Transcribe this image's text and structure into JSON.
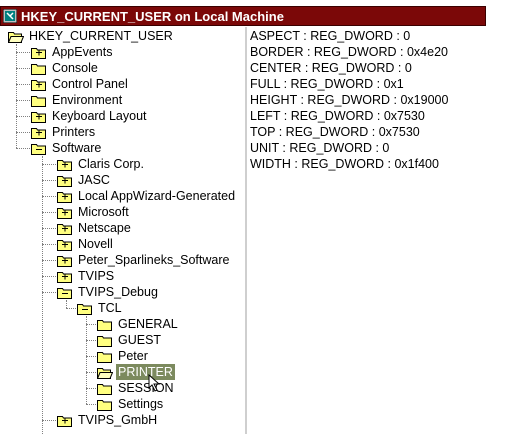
{
  "window": {
    "title": "HKEY_CURRENT_USER on Local Machine",
    "title_bg": "#7b0808",
    "selection_bg": "#7c8a5e"
  },
  "tree": {
    "root": "HKEY_CURRENT_USER",
    "top_keys": [
      "AppEvents",
      "Console",
      "Control Panel",
      "Environment",
      "Keyboard Layout",
      "Printers",
      "Software"
    ],
    "software_keys": [
      "Claris Corp.",
      "JASC",
      "Local AppWizard-Generated",
      "Microsoft",
      "Netscape",
      "Novell",
      "Peter_Sparlineks_Software",
      "TVIPS",
      "TVIPS_Debug"
    ],
    "tvips_debug_keys": [
      "TCL"
    ],
    "tcl_keys": [
      "GENERAL",
      "GUEST",
      "Peter",
      "PRINTER",
      "SESSION",
      "Settings"
    ],
    "after_debug": [
      "TVIPS_GmbH"
    ],
    "selected": "PRINTER"
  },
  "values": [
    "ASPECT : REG_DWORD : 0",
    "BORDER : REG_DWORD : 0x4e20",
    "CENTER : REG_DWORD : 0",
    "FULL : REG_DWORD : 0x1",
    "HEIGHT : REG_DWORD : 0x19000",
    "LEFT : REG_DWORD : 0x7530",
    "TOP : REG_DWORD : 0x7530",
    "UNIT : REG_DWORD : 0",
    "WIDTH : REG_DWORD : 0x1f400"
  ]
}
